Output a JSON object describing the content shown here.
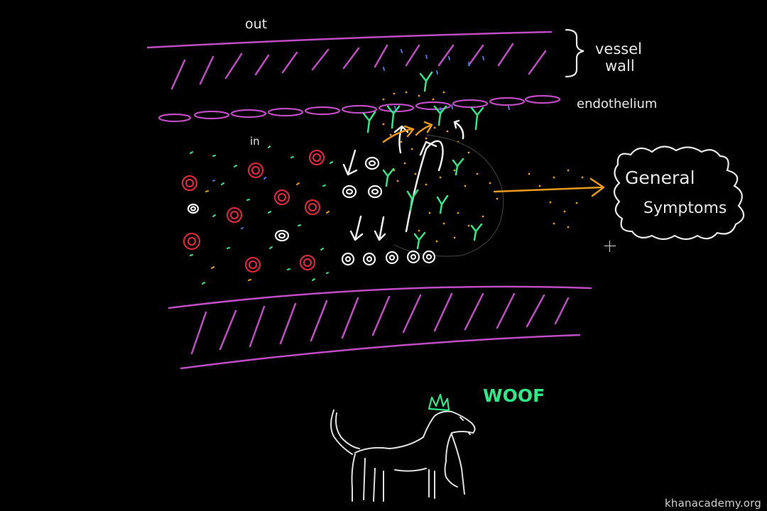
{
  "labels": {
    "out": "out",
    "vessel_wall_line1": "vessel",
    "vessel_wall_line2": "wall",
    "endothelium": "endothelium",
    "in": "in",
    "general_symptoms_line1": "General",
    "general_symptoms_line2": "Symptoms",
    "woof": "WOOF"
  },
  "watermark": "khanacademy.org",
  "colors": {
    "background": "#000000",
    "vessel_wall": "#c04cc4",
    "endothelium": "#c04cc4",
    "red_blood_cell": "#d8283c",
    "white_blood_cell": "#f0f0f0",
    "antibody": "#2ee88a",
    "cytokine": "#e89a1c",
    "arrow_white": "#f0f0f0",
    "arrow_orange": "#e89a1c",
    "woof_text": "#2ee88a",
    "dog_outline": "#e0e0e0",
    "speckle_blue": "#4a78d8"
  },
  "icons": {
    "cursor": "crosshair-cursor-icon"
  }
}
